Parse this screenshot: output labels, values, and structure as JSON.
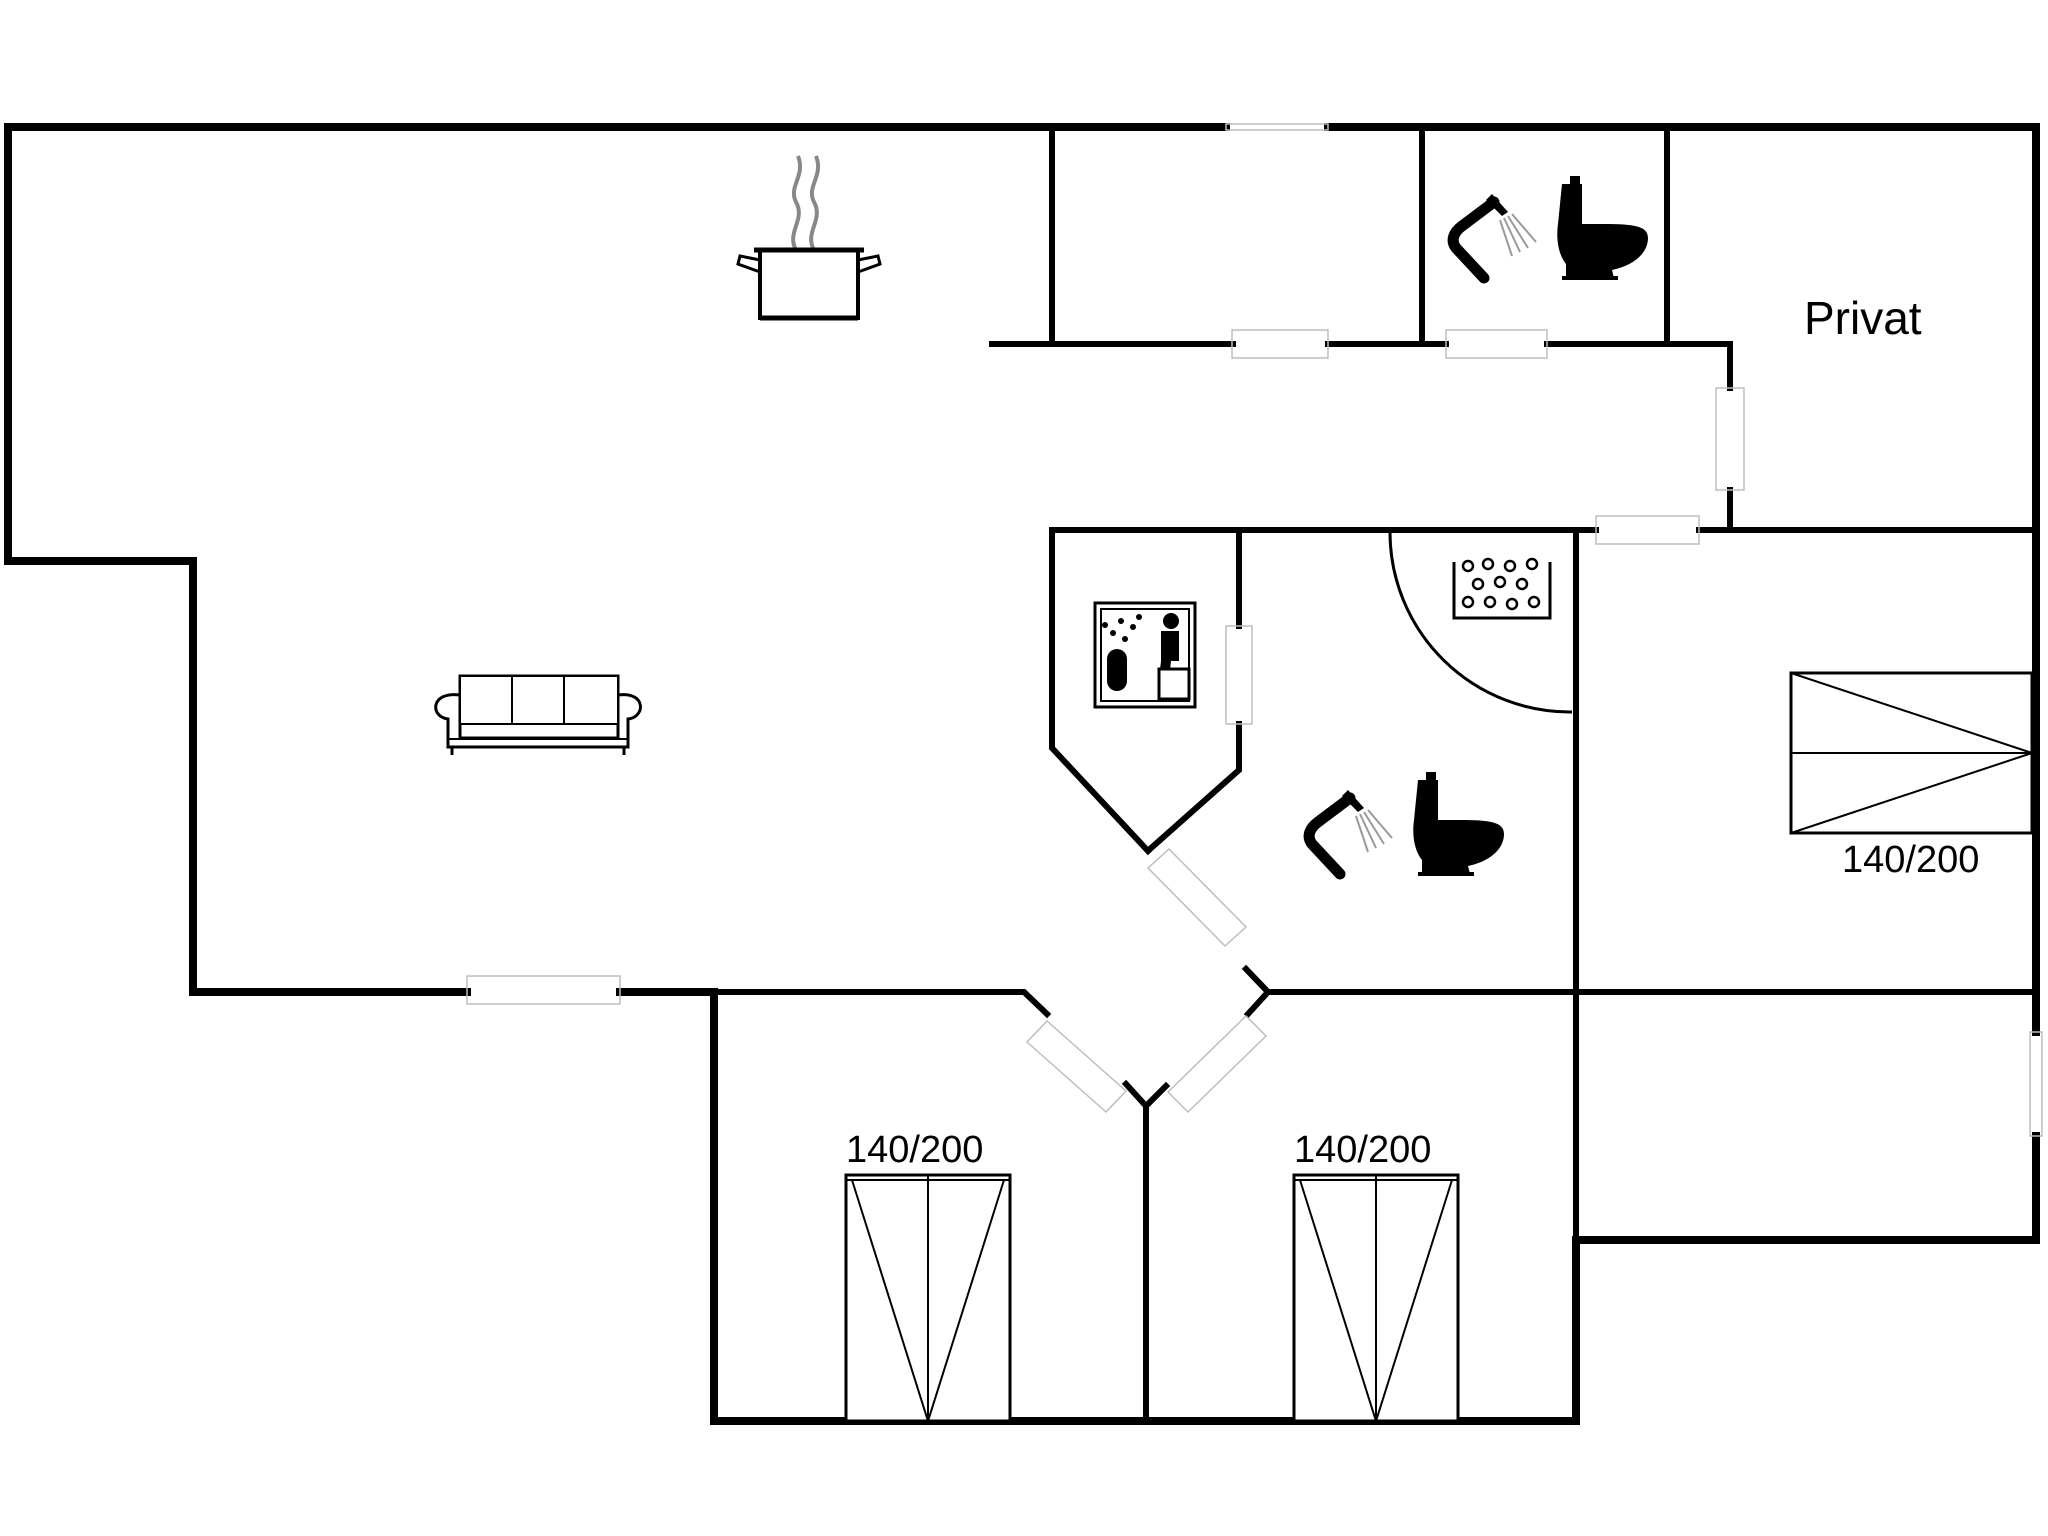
{
  "plan": {
    "room_labels": {
      "private": "Privat"
    },
    "bed_labels": {
      "bedroom_east": "140/200",
      "bedroom_sw": "140/200",
      "bedroom_se": "140/200"
    },
    "colors": {
      "wall": "#000000",
      "background": "#ffffff",
      "opening": "#bdbdbd"
    },
    "icons": [
      "cooking-pot-icon",
      "sofa-icon",
      "shower-icon",
      "toilet-icon",
      "sauna-icon",
      "whirlpool-icon",
      "double-bed-icon"
    ]
  }
}
